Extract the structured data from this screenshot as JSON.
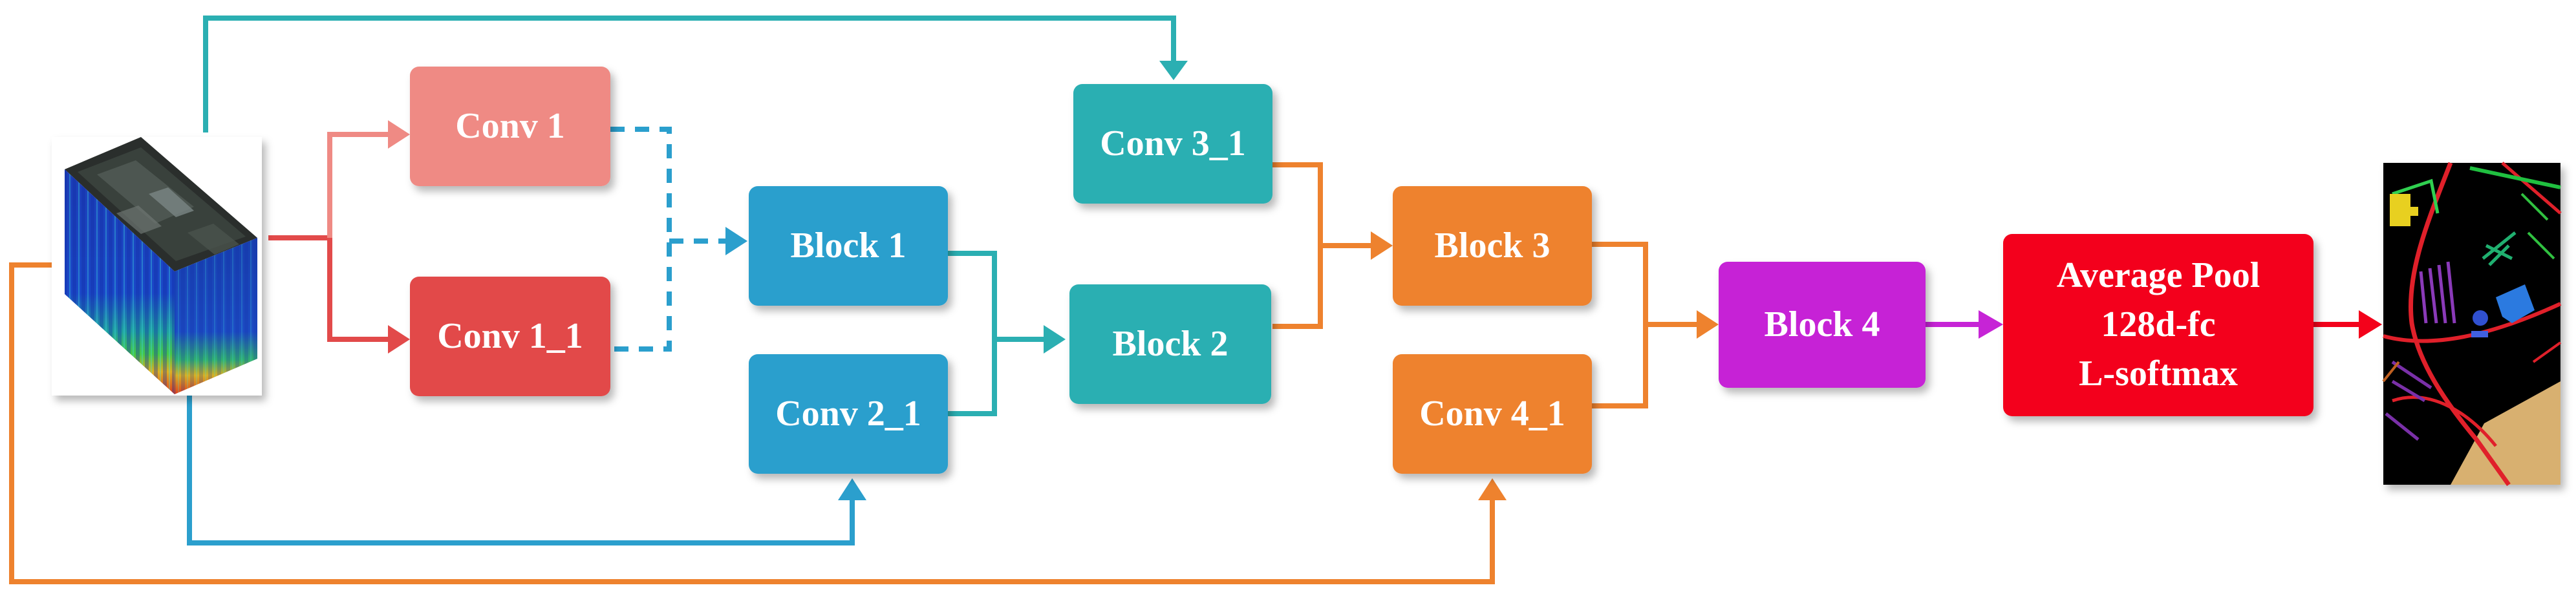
{
  "nodes": {
    "conv1": {
      "label": "Conv 1",
      "color": "#ef8a84"
    },
    "conv1_1": {
      "label": "Conv 1_1",
      "color": "#e24a4a"
    },
    "block1": {
      "label": "Block 1",
      "color": "#2b9fcd"
    },
    "conv2_1": {
      "label": "Conv 2_1",
      "color": "#2b9fcd"
    },
    "conv3_1": {
      "label": "Conv 3_1",
      "color": "#2bafb2"
    },
    "block2": {
      "label": "Block 2",
      "color": "#2bafb2"
    },
    "block3": {
      "label": "Block 3",
      "color": "#ee822e"
    },
    "conv4_1": {
      "label": "Conv 4_1",
      "color": "#ee822e"
    },
    "block4": {
      "label": "Block 4",
      "color": "#c624d6"
    },
    "pool": {
      "lines": [
        "Average Pool",
        "128d-fc",
        "L-softmax"
      ],
      "color": "#f3021b"
    }
  },
  "colors": {
    "red_arrow": "#e24a4a",
    "pink_arrow": "#ef8a84",
    "blue_arrow": "#2b9fcd",
    "teal_arrow": "#2bafb2",
    "orange_arrow": "#ee822e",
    "purple_arrow": "#c624d6",
    "pool_arrow": "#f3021b"
  },
  "images": {
    "input": "hyperspectral-cube",
    "output": "classification-map"
  }
}
